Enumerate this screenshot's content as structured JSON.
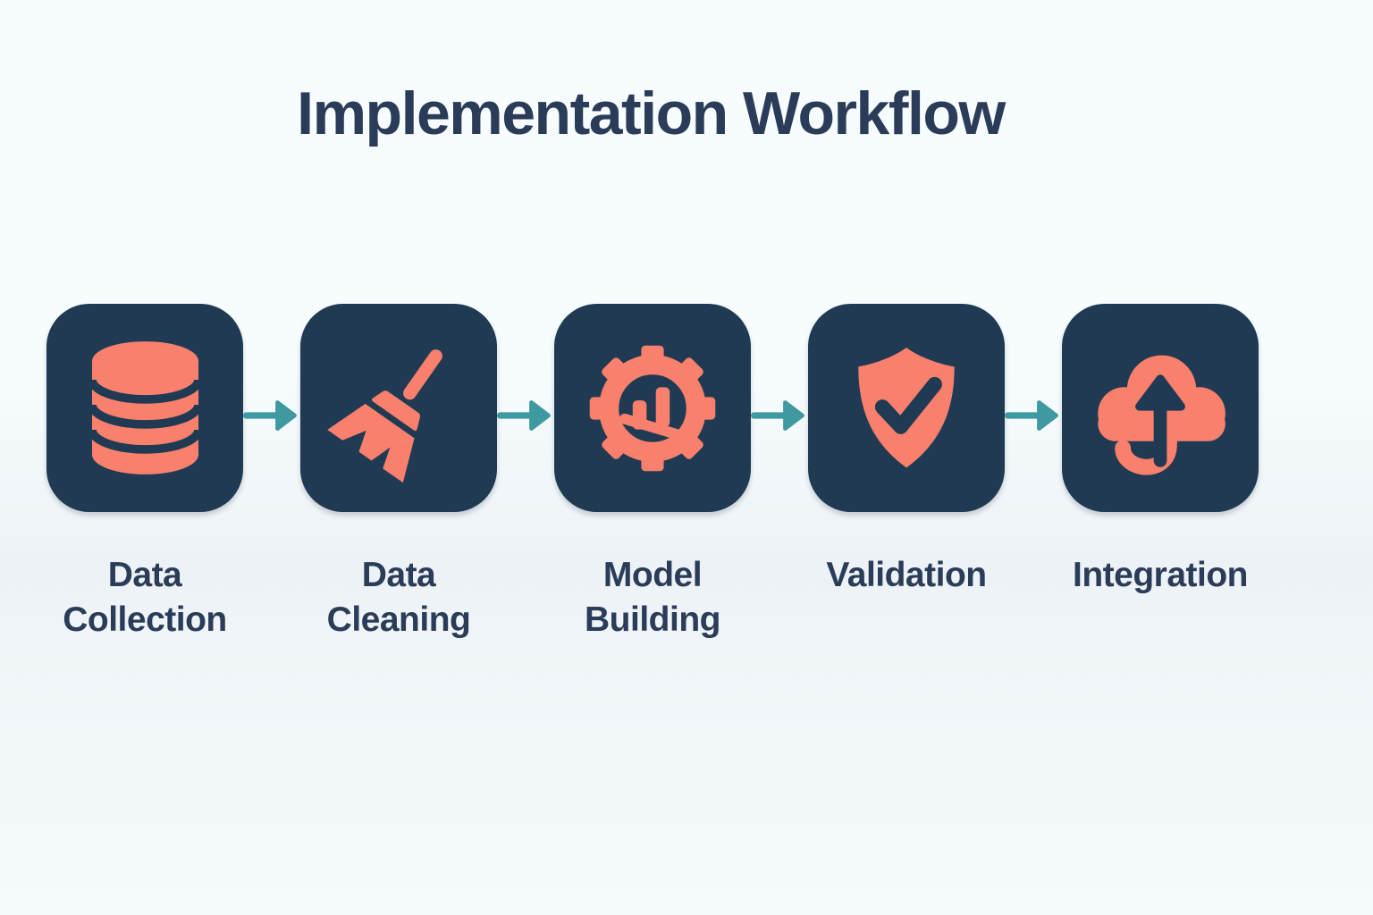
{
  "title": "Implementation Workflow",
  "steps": [
    {
      "label": "Data Collection",
      "icon": "database-icon"
    },
    {
      "label": "Data Cleaning",
      "icon": "broom-icon"
    },
    {
      "label": "Model Building",
      "icon": "gear-chart-icon"
    },
    {
      "label": "Validation",
      "icon": "shield-check-icon"
    },
    {
      "label": "Integration",
      "icon": "cloud-upload-icon"
    }
  ],
  "flow_arrow_icon": "arrow-right-icon",
  "colors": {
    "background_top": "#f7fdfe",
    "background_band": "#edf2f6",
    "tile": "#1f3a52",
    "icon": "#f9806d",
    "arrow": "#3f99a0",
    "text": "#2b3c59"
  }
}
